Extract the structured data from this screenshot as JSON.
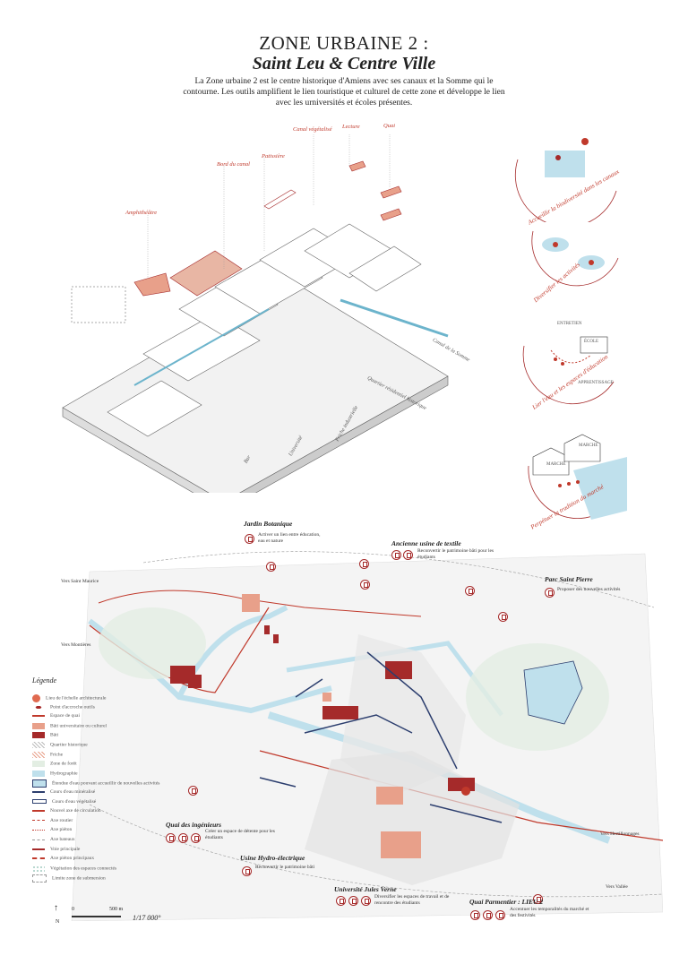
{
  "header": {
    "title": "ZONE URBAINE 2 :",
    "subtitle": "Saint Leu & Centre Ville",
    "intro": "La Zone urbaine 2 est le centre historique d'Amiens avec ses canaux et la Somme qui le contourne. Les outils amplifient le lien touristique et culturel de cette zone et développe le lien avec les urniversités et écoles présentes."
  },
  "axon_labels": {
    "amphitheatre": "Amphithéâtre",
    "bord_canal": "Bord du canal",
    "patissiere": "Patissière",
    "canal_vegetalise": "Canal végétalisé",
    "lecture": "Lecture",
    "quai": "Quai",
    "canal_somme": "Canal de la Somme",
    "quartier": "Quartier résidentiel historique",
    "friche": "Friche industrielle",
    "universite": "Université",
    "bar": "Bar"
  },
  "circles": [
    {
      "caption": "Accueillir la biodiversité dans les canaux"
    },
    {
      "caption": "Diversifier les activités"
    },
    {
      "caption": "Lier l'eau et les espaces d'éducation",
      "tags": [
        "ENTRETIEN",
        "ÉCOLE",
        "APPRENTISSAGE"
      ]
    },
    {
      "caption": "Perpétuer la tradition du marché",
      "tags": [
        "MARCHE",
        "MARCHE"
      ]
    }
  ],
  "poi": {
    "jardin": {
      "title": "Jardin Botanique",
      "desc": "Activer un lien entre éducation, eau et nature"
    },
    "usine_textile": {
      "title": "Ancienne usine de textile",
      "desc": "Reconvertir le patrimoine bâti pour les étudiants"
    },
    "parc": {
      "title": "Parc Saint Pierre",
      "desc": "Proposer des nouvelles activités"
    },
    "quai_ing": {
      "title": "Quai des ingénieurs",
      "desc": "Créer un espace de détente pour les étudiants"
    },
    "usine_hydro": {
      "title": "Usine Hydro-électrique",
      "desc": "Reconvertir le patrimoine bâti"
    },
    "universite": {
      "title": "Université Jules Verne",
      "desc": "Diversifier les espaces de travail et de rencontre des étudiants"
    },
    "quai_parm": {
      "title": "Quai Parmentier : LIEU 2",
      "desc": "Accentuer les temporalités du marché et des festivités"
    }
  },
  "places": {
    "vers_st_maurice": "Vers Saint Maurice",
    "vers_montieres": "Vers Montières",
    "vers_hertil": "Vers Hertillonnages",
    "vers_vallee": "Vers Vallée"
  },
  "legend": {
    "title": "Légende",
    "items": [
      "Lieu de l'échelle architecturale",
      "Point d'accroche outils",
      "Espace de quai",
      "Bâti universitaire ou culturel",
      "Bâti",
      "Quartier historique",
      "Friche",
      "Zone de forêt",
      "Hydrographie",
      "Étendue d'eau pouvant accueillir de nouvelles activités",
      "Cours d'eau minéralisé",
      "Cours d'eau végétalisé",
      "Nouvel axe de circulation",
      "Axe routier",
      "Axe piéton",
      "Axe bateaux",
      "Voie principale",
      "Axe piéton principaux",
      "Végétation des espaces connectés",
      "Limite zone de submersion"
    ],
    "scale_label": "500 m",
    "scale_zero": "0",
    "ratio": "1/17 000°",
    "north": "N"
  },
  "colors": {
    "accent": "#a52a2a",
    "light_red": "#e8a08a",
    "water": "#bfe0ec"
  }
}
